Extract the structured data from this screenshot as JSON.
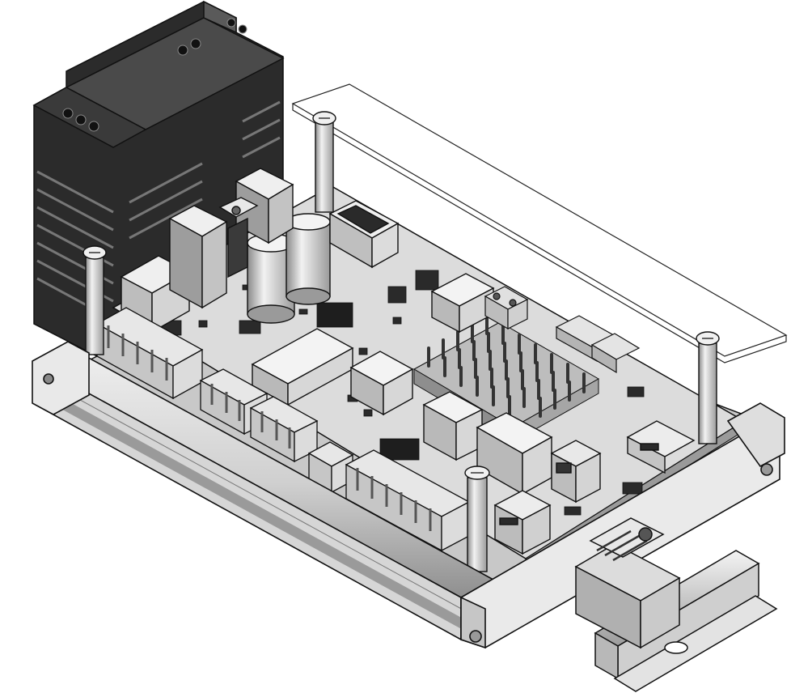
{
  "figure": {
    "kind": "isometric technical drawing",
    "style": "grayscale shaded CAD render",
    "colors": {
      "background": "#ffffff",
      "outline": "#111111",
      "psu_dark": "#2b2b2b",
      "psu_mid": "#3e3e3e",
      "board": "#d9d9d9",
      "board_edge": "#9a9a9a",
      "housing": "#e6e6e6",
      "housing_shade": "#b5b5b5",
      "component_light": "#efefef",
      "component_mid": "#a9a9a9",
      "component_dark": "#555555",
      "chip": "#1e1e1e"
    },
    "parts": [
      {
        "id": "power-supply-module",
        "icon": "din-rail-power-supply"
      },
      {
        "id": "pcb",
        "icon": "circuit-board"
      },
      {
        "id": "housing-profile",
        "icon": "aluminium-extrusion"
      },
      {
        "id": "standoffs",
        "count": 4
      },
      {
        "id": "heatsink",
        "icon": "pin-fin-heatsink"
      },
      {
        "id": "electrolytic-capacitors",
        "count": 2
      },
      {
        "id": "relays",
        "count": 4
      },
      {
        "id": "terminal-blocks",
        "count": 5
      },
      {
        "id": "rj45-jack",
        "count": 1
      },
      {
        "id": "usb-ports",
        "count": 2
      },
      {
        "id": "din-rail-clip",
        "icon": "din-rail-mount"
      },
      {
        "id": "din-rail",
        "icon": "top-hat-rail"
      },
      {
        "id": "cover-outline",
        "icon": "transparent-lid"
      }
    ]
  }
}
